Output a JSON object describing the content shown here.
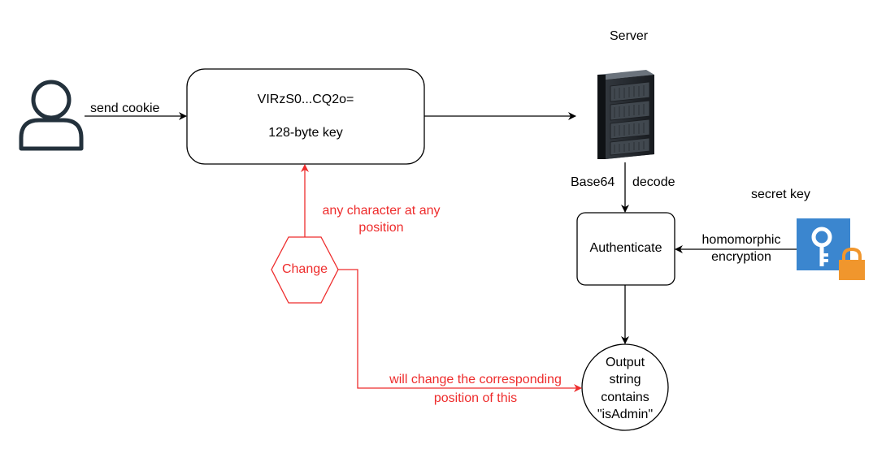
{
  "colors": {
    "stroke": "#000000",
    "accent_red": "#ee2c2c",
    "key_blue": "#3b86cf",
    "lock_orange": "#f0962d",
    "user_icon": "#23313c"
  },
  "icons": {
    "user": "user-icon",
    "server": "server-rack-icon",
    "secret_key": "key-lock-icon"
  },
  "labels": {
    "server_title": "Server",
    "send_cookie": "send cookie",
    "cookie_value": "VIRzS0...CQ2o=",
    "cookie_key": "128-byte key",
    "base64": "Base64",
    "decode": "decode",
    "secret_key": "secret key",
    "authenticate": "Authenticate",
    "homomorphic_line1": "homomorphic",
    "homomorphic_line2": "encryption",
    "change": "Change",
    "any_char_line1": "any character at any",
    "any_char_line2": "position",
    "will_change_line1": "will change the corresponding",
    "will_change_line2": "position of this",
    "output_line1": "Output",
    "output_line2": "string",
    "output_line3": "contains",
    "output_line4": "\"isAdmin\""
  }
}
